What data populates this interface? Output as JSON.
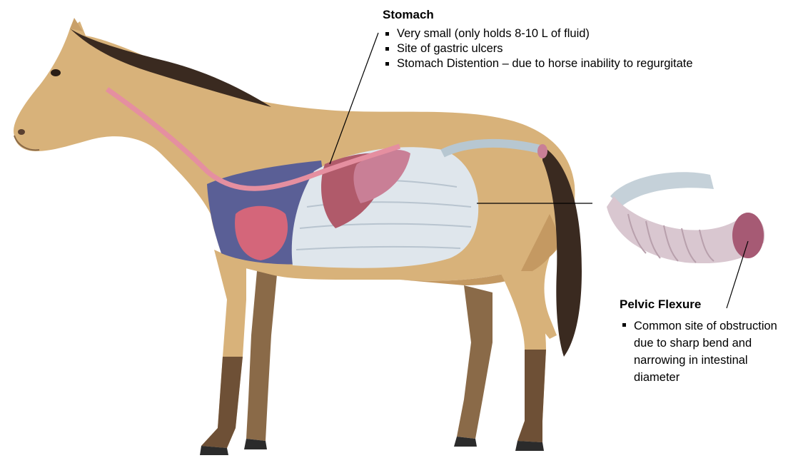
{
  "stomach": {
    "title": "Stomach",
    "bullets": [
      "Very small (only holds 8-10 L of fluid)",
      "Site of gastric ulcers",
      "Stomach Distention – due to horse inability to regurgitate"
    ]
  },
  "pelvic_flexure": {
    "title": "Pelvic Flexure",
    "bullets": [
      "Common site of obstruction due to sharp bend and narrowing in intestinal diameter"
    ]
  },
  "colors": {
    "coat": "#d8b27a",
    "coat_shadow": "#b88a52",
    "legs": "#6e5036",
    "hoof": "#2b2b2b",
    "mane": "#3a2a20",
    "thoracic_cavity": "#5a5f96",
    "intestine": "#dfe6ec",
    "liver": "#b05a6a",
    "heart": "#d4667a",
    "esophagus": "#e58fa0",
    "colon_pink": "#c97f96"
  }
}
